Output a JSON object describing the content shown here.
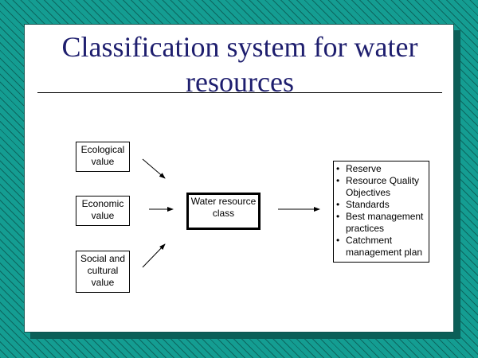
{
  "slide": {
    "title": "Classification system for water resources",
    "boxes": {
      "ecological": [
        "Ecological",
        "value"
      ],
      "economic": [
        "Economic",
        "value"
      ],
      "social": [
        "Social and",
        "cultural",
        "value"
      ],
      "center": [
        "Water resource",
        "class"
      ]
    },
    "outcomes": [
      [
        "Reserve"
      ],
      [
        "Resource Quality",
        "Objectives"
      ],
      [
        "Standards"
      ],
      [
        "Best management",
        "practices"
      ],
      [
        "Catchment",
        "management plan"
      ]
    ],
    "bullet_glyph": "•"
  },
  "colors": {
    "background": "#149d92",
    "title": "#1e1e6e",
    "slide": "#ffffff"
  }
}
